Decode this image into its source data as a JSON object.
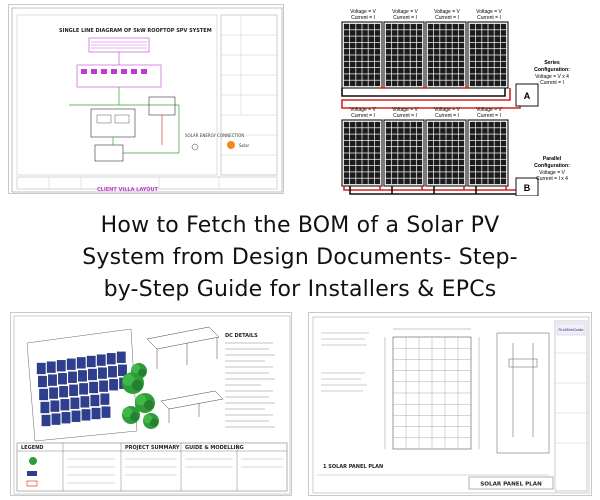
{
  "headline": {
    "line1": "How to Fetch the BOM of a Solar PV",
    "line2": "System from Design Documents- Step-",
    "line3": "by-Step Guide for Installers & EPCs"
  },
  "sld": {
    "title": "SINGLE LINE DIAGRAM OF 5kW ROOFTOP SPV SYSTEM",
    "footer": "CLIENT VILLA LAYOUT",
    "grid_label": "SOLAR ENERGY CONNECTION",
    "brand": "Solar",
    "red_color": "#d42020",
    "magenta_color": "#c13ad0",
    "green_color": "#2aa82a"
  },
  "configs": {
    "module_label": "Voltage = V",
    "module_current": "Current = I",
    "series": {
      "title": "Series",
      "subtitle": "Configuration:",
      "voltage": "Voltage = V x 4",
      "current": "Current = I",
      "box": "A"
    },
    "parallel": {
      "title": "Parallel",
      "subtitle": "Configuration:",
      "voltage": "Voltage = V",
      "current": "Current = I x 4",
      "box": "B"
    },
    "wire_red": "#d82020",
    "wire_black": "#111111"
  },
  "layout_plan": {
    "legend_title": "LEGEND",
    "project_title": "PROJECT SUMMARY",
    "notes_title": "DC DETAILS",
    "guide_title": "GUIDE & MODELLING",
    "tree_color": "#2f9c3a",
    "module_color": "#2f3f8f"
  },
  "panel_plan": {
    "plan_title": "SOLAR PANEL PLAN",
    "caption": "1 SOLAR PANEL PLAN",
    "brand": "FirstSiteGuide"
  }
}
